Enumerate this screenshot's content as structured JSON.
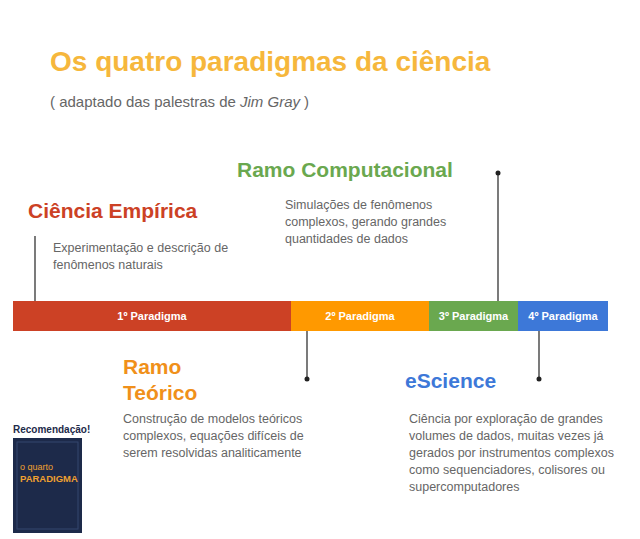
{
  "diagram": {
    "title": "Os quatro paradigmas da ciência",
    "nodes": [
      {
        "text": [
          "1º Paradigma"
        ]
      },
      {
        "text": [
          "2º Paradigma"
        ]
      },
      {
        "text": [
          "3º Paradigma"
        ]
      },
      {
        "text": [
          "4º Paradigma"
        ]
      }
    ],
    "labels": [
      "( adaptado das palestras de",
      "Jim Gray",
      ")",
      "Ramo Computacional",
      "Simulações de fenômenos complexos, gerando grandes quantidades de dados",
      "Ciência Empírica",
      "Experimentação e descrição de fenômenos naturais",
      "Ramo Teórico",
      "Construção de modelos teóricos complexos, equações difíceis de serem resolvidas analiticamente",
      "eScience",
      "Ciência por exploração de grandes volumes de dados, muitas vezes já gerados por instrumentos complexos como sequenciadores, colisores ou supercomputadores",
      "Recomendação!",
      "o quarto",
      "PARADIGMA"
    ]
  }
}
